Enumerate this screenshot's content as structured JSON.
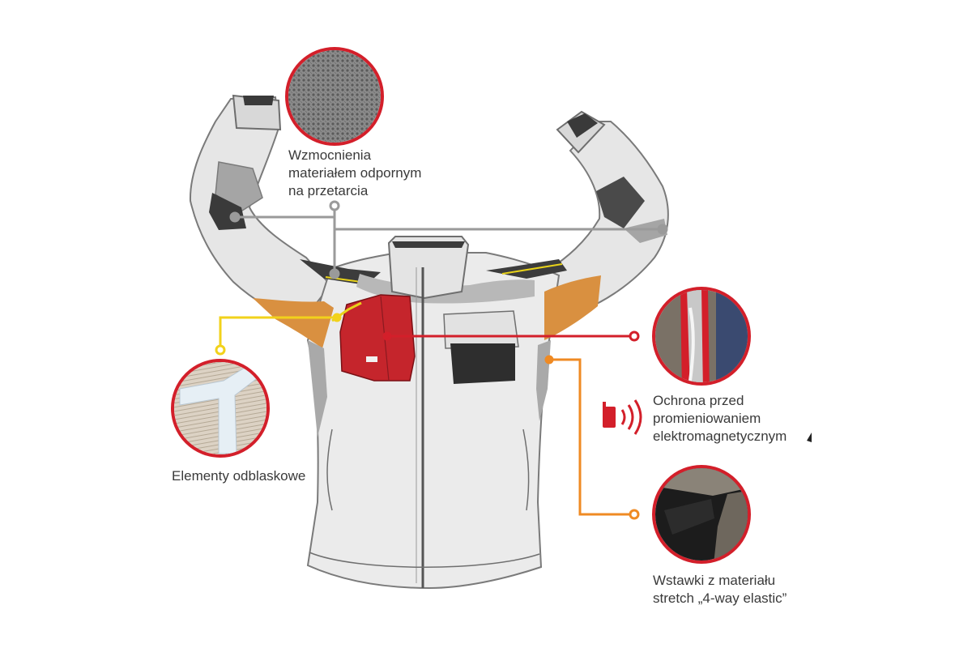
{
  "callouts": {
    "abrasion": {
      "lines": [
        "Wzmocnienia",
        "materiałem odpornym",
        "na przetarcia"
      ],
      "color": "#9a9a9a"
    },
    "reflective": {
      "lines": [
        "Elementy odblaskowe"
      ],
      "color": "#f2d21b"
    },
    "emf": {
      "lines": [
        "Ochrona przed",
        "promieniowaniem",
        "elektromagnetycznym"
      ],
      "color": "#d31f2a"
    },
    "stretch": {
      "lines": [
        "Wstawki z materiału",
        "stretch „4-way elastic”"
      ],
      "color": "#ef8a23"
    }
  },
  "colors": {
    "jacket_body": "#e9e9e9",
    "jacket_outline": "#7a7a7a",
    "dark_panel": "#3c3c3c",
    "grey_panel": "#a9a9a9",
    "orange_panel": "#d99040",
    "red_pocket": "#c5252c",
    "badge_ring": "#d31f2a",
    "text": "#3a3a3a"
  },
  "icons": {
    "phone_signal": "phone-signal-icon"
  }
}
